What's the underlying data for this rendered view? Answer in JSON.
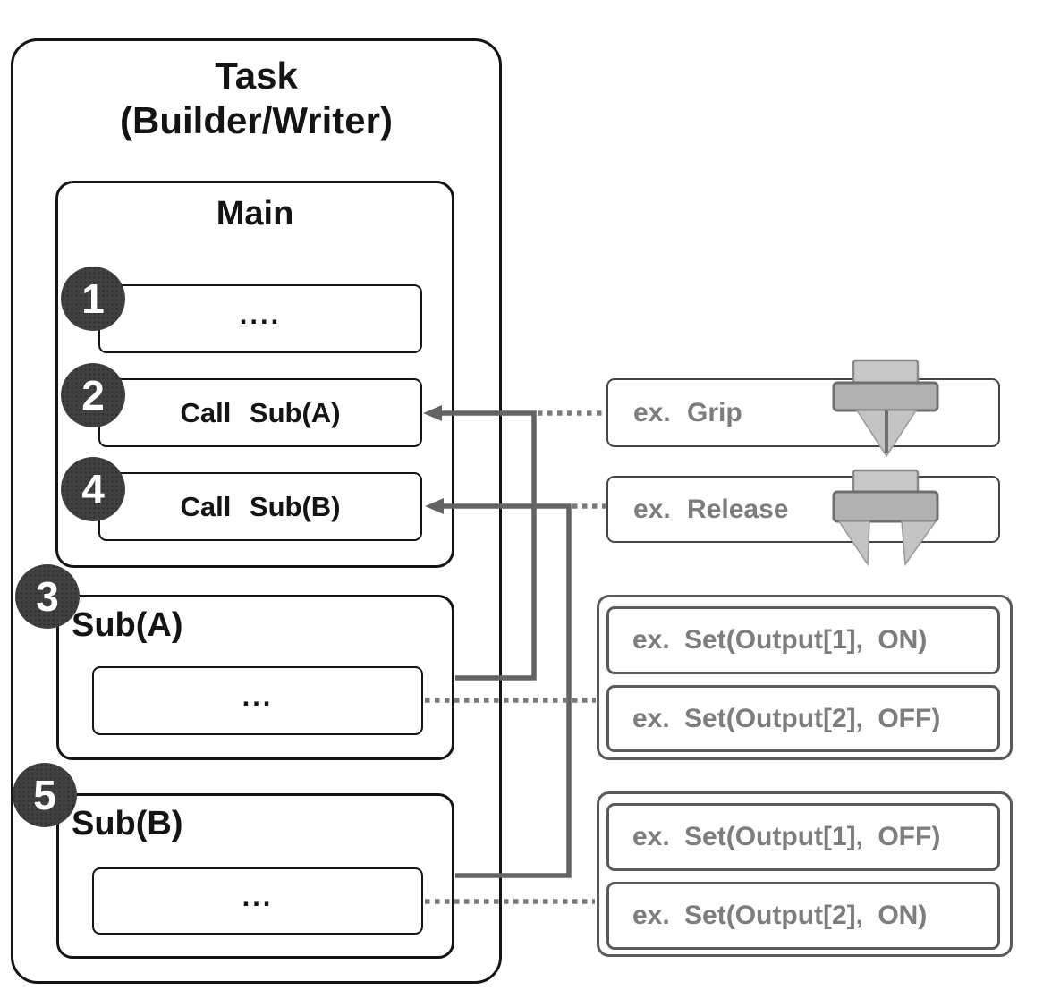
{
  "task": {
    "title_line1": "Task",
    "title_line2": "(Builder/Writer)",
    "main": {
      "title": "Main",
      "items": [
        {
          "number": "1",
          "label": "...."
        },
        {
          "number": "2",
          "label": "Call Sub(A)"
        },
        {
          "number": "4",
          "label": "Call Sub(B)"
        }
      ]
    },
    "subs": [
      {
        "number": "3",
        "title": "Sub(A)",
        "body": "..."
      },
      {
        "number": "5",
        "title": "Sub(B)",
        "body": "..."
      }
    ]
  },
  "annotations": {
    "grip": {
      "label": "ex. Grip",
      "icon": "gripper-closed-icon"
    },
    "release": {
      "label": "ex. Release",
      "icon": "gripper-open-icon"
    },
    "sub_a_examples": [
      "ex. Set(Output[1], ON)",
      "ex. Set(Output[2], OFF)"
    ],
    "sub_b_examples": [
      "ex. Set(Output[1], OFF)",
      "ex. Set(Output[2], ON)"
    ]
  },
  "colors": {
    "box_border": "#141414",
    "circle_fill": "#414141",
    "circle_text": "#ffffff",
    "gray_text": "#7d7d7d",
    "gray_box_border": "#454545",
    "set_box_border": "#5a5a5a",
    "connector_solid": "#636363",
    "connector_dotted": "#7a7a7a",
    "icon_light_gray": "#c7c7c7",
    "icon_mid_gray": "#b1b1b1",
    "icon_dark_gray": "#6e6e6e"
  }
}
